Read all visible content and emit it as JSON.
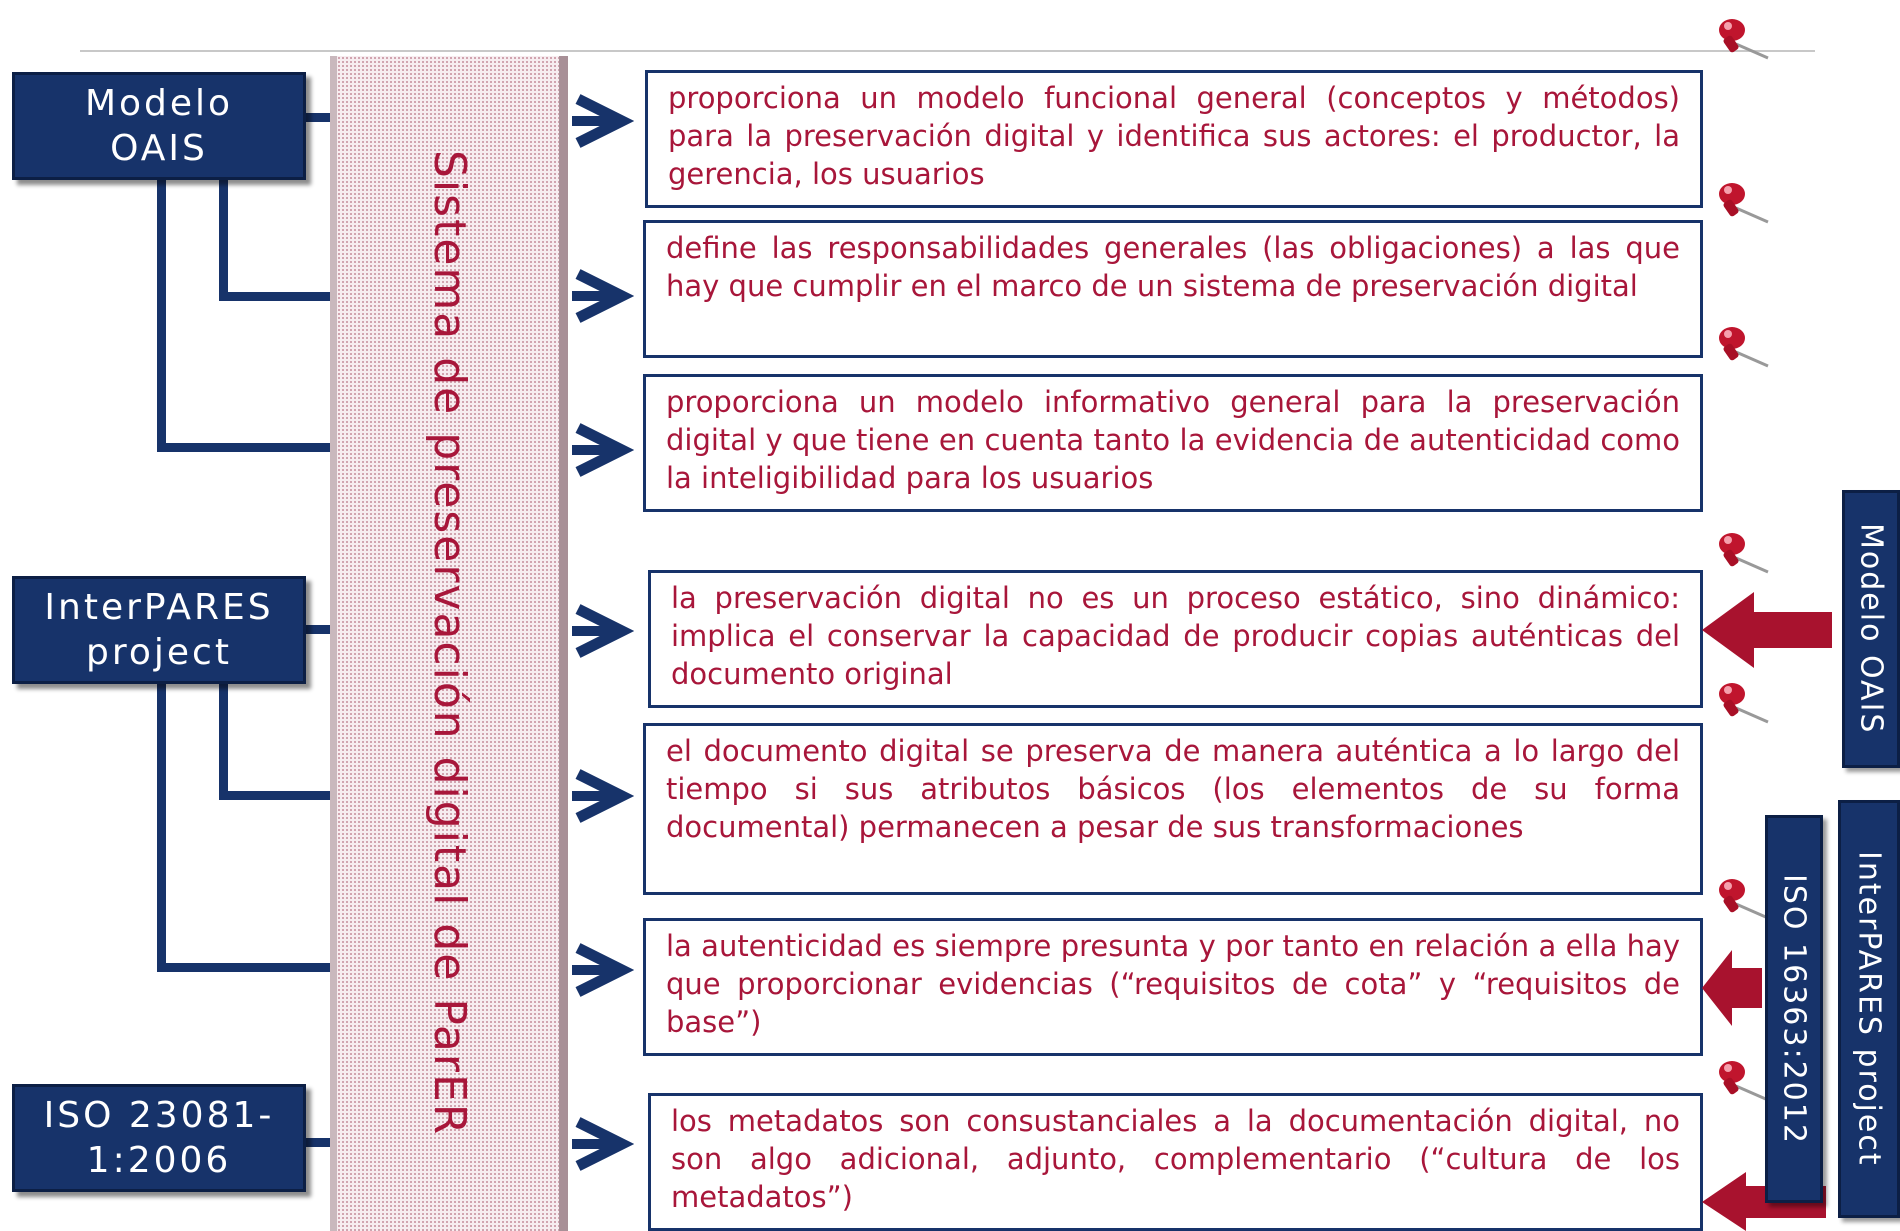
{
  "central_label": "Sistema de preservación digital de ParER",
  "sources": [
    {
      "name": "Modelo OAIS",
      "lines": [
        "Modelo",
        "OAIS"
      ]
    },
    {
      "name": "InterPARES project",
      "lines": [
        "InterPARES",
        "project"
      ]
    },
    {
      "name": "ISO 23081-1:2006",
      "lines": [
        "ISO 23081-",
        "1:2006"
      ]
    }
  ],
  "statements": [
    {
      "text": "proporciona un modelo funcional general (conceptos y métodos) para la preservación digital y identifica sus actores: el productor, la gerencia, los usuarios"
    },
    {
      "text": "define las responsabilidades generales (las obligaciones) a las que hay que cumplir en el marco de un sistema de preservación digital"
    },
    {
      "text": "proporciona un modelo informativo general para la preservación digital y que tiene en cuenta tanto la evidencia de autenticidad como la inteligibilidad para los usuarios"
    },
    {
      "text": "la preservación digital no es un proceso estático, sino dinámico: implica el conservar la capacidad de producir copias auténticas del documento original"
    },
    {
      "text": "el documento digital se preserva de manera auténtica a lo largo del tiempo si sus atributos básicos (los elementos de su forma documental) permanecen a pesar de sus transformaciones"
    },
    {
      "text": "la autenticidad es siempre presunta y por tanto en relación a ella hay que proporcionar evidencias (“requisitos de cota” y “requisitos de base”)"
    },
    {
      "text": "los metadatos son consustanciales a la documentación digital, no son algo adicional, adjunto, complementario (“cultura de los metadatos”)"
    }
  ],
  "side_tabs": [
    {
      "label": "Modelo OAIS"
    },
    {
      "label": "ISO 16363:2012"
    },
    {
      "label": "InterPARES project"
    }
  ],
  "colors": {
    "navy": "#17336a",
    "crimson": "#a8163a",
    "pin_red": "#c0152d"
  },
  "icons": {
    "pin": "pushpin-icon",
    "arrow": "chevron-arrow-icon"
  }
}
